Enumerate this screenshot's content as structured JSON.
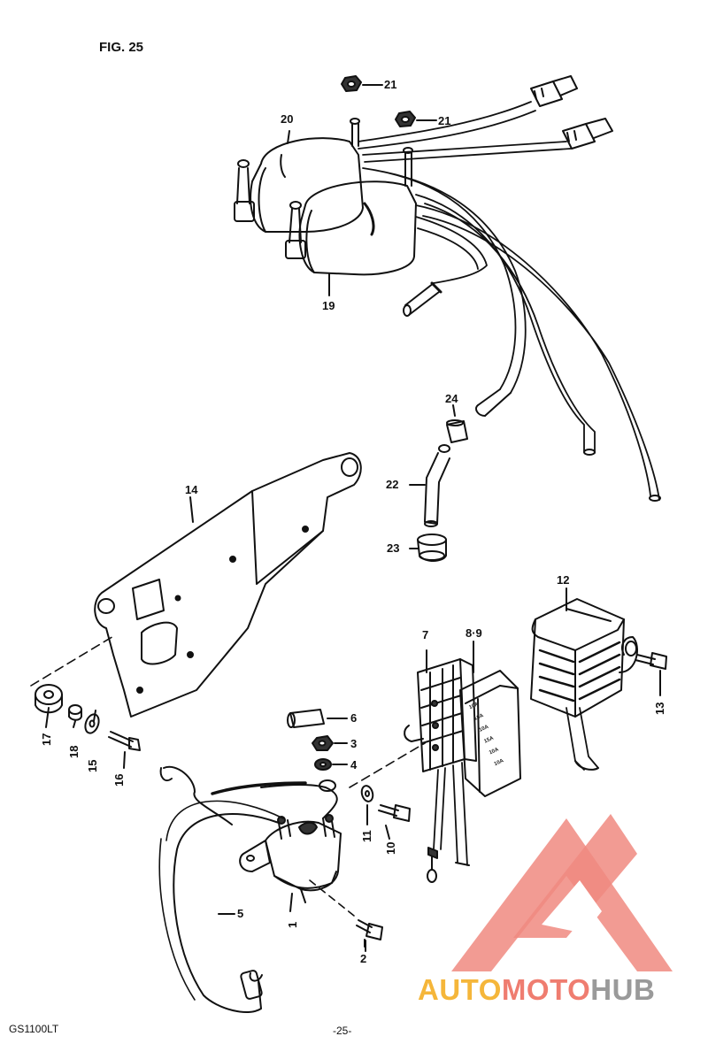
{
  "figure": {
    "title": "FIG. 25",
    "model": "GS1100LT",
    "page_number": "-25-"
  },
  "parts": [
    {
      "id": "p1",
      "label": "1"
    },
    {
      "id": "p2",
      "label": "2"
    },
    {
      "id": "p3",
      "label": "3"
    },
    {
      "id": "p4",
      "label": "4"
    },
    {
      "id": "p5",
      "label": "5"
    },
    {
      "id": "p6",
      "label": "6"
    },
    {
      "id": "p7",
      "label": "7"
    },
    {
      "id": "p8",
      "label": "8·9"
    },
    {
      "id": "p10",
      "label": "10"
    },
    {
      "id": "p11",
      "label": "11"
    },
    {
      "id": "p12",
      "label": "12"
    },
    {
      "id": "p13",
      "label": "13"
    },
    {
      "id": "p14",
      "label": "14"
    },
    {
      "id": "p15",
      "label": "15"
    },
    {
      "id": "p16",
      "label": "16"
    },
    {
      "id": "p17",
      "label": "17"
    },
    {
      "id": "p18",
      "label": "18"
    },
    {
      "id": "p19",
      "label": "19"
    },
    {
      "id": "p20",
      "label": "20"
    },
    {
      "id": "p21a",
      "label": "21"
    },
    {
      "id": "p21b",
      "label": "21"
    },
    {
      "id": "p22",
      "label": "22"
    },
    {
      "id": "p23",
      "label": "23"
    },
    {
      "id": "p24",
      "label": "24"
    }
  ],
  "fuse_cover_text": [
    "10A",
    "10A",
    "10A",
    "15A",
    "10A",
    "10A"
  ],
  "watermark": {
    "part1": "AUTO",
    "part2": "MOTO",
    "part3": "HUB",
    "colors": {
      "auto": "#f5b63a",
      "moto": "#ef7d70",
      "hub": "#9a9a9a",
      "logo": "#f08a80"
    }
  }
}
